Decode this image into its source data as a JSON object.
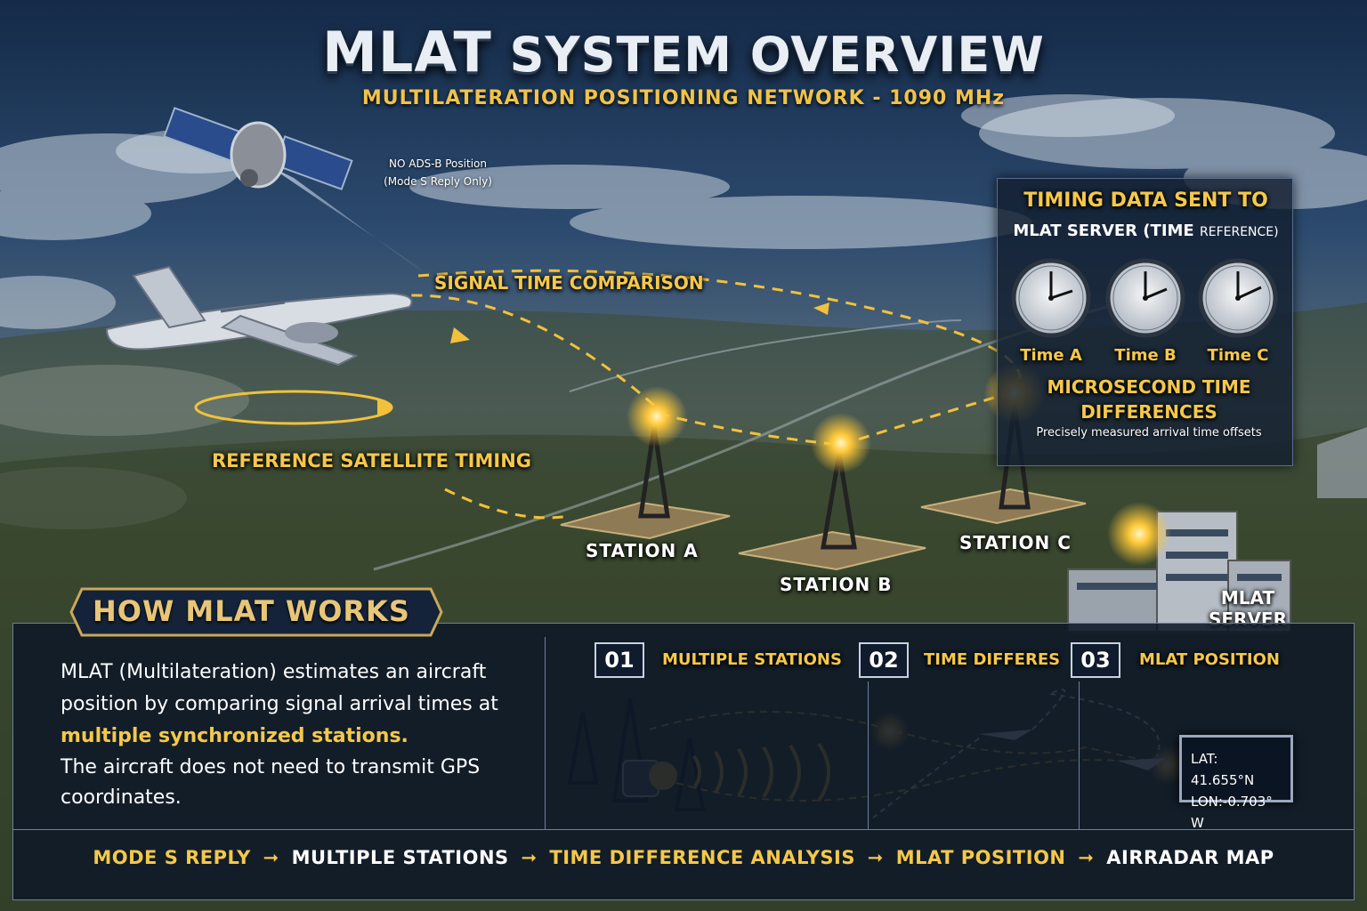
{
  "header": {
    "title_main": "MLAT",
    "title_rest": "SYSTEM OVERVIEW",
    "subtitle": "MULTILATERATION POSITIONING NETWORK - 1090 MHz"
  },
  "scene": {
    "satellite_note_line1": "NO ADS-B Position",
    "satellite_note_line2": "(Mode S Reply Only)",
    "signal_time_comparison": "SIGNAL TIME COMPARISON",
    "reference_satellite_timing": "REFERENCE SATELLITE TIMING",
    "station_a": "STATION A",
    "station_b": "STATION B",
    "station_c": "STATION C",
    "server_line1": "MLAT",
    "server_line2": "SERVER"
  },
  "timing_panel": {
    "title": "TIMING DATA SENT TO",
    "subtitle_main": "MLAT SERVER (TIME",
    "subtitle_small": "REFERENCE)",
    "clocks": [
      {
        "label": "Time A"
      },
      {
        "label": "Time B"
      },
      {
        "label": "Time C"
      }
    ],
    "micro_line1": "MICROSECOND TIME",
    "micro_line2": "DIFFERENCES",
    "micro_desc": "Precisely measured arrival time offsets"
  },
  "how": {
    "badge": "HOW MLAT WORKS",
    "desc_part1": "MLAT (Multilateration) estimates an aircraft position by comparing signal arrival times at",
    "desc_highlight": "multiple synchronized stations.",
    "desc_part2": "The aircraft does not need to transmit GPS coordinates."
  },
  "steps": [
    {
      "num": "01",
      "label": "MULTIPLE STATIONS"
    },
    {
      "num": "02",
      "label": "TIME DIFFERES"
    },
    {
      "num": "03",
      "label": "MLAT POSITION"
    }
  ],
  "coords": {
    "lat": "LAT: 41.655°N",
    "lon": "LON:-0.703° W"
  },
  "flow": [
    "MODE S REPLY",
    "MULTIPLE STATIONS",
    "TIME DIFFERENCE ANALYSIS",
    "MLAT POSITION",
    "AIRRADAR MAP"
  ],
  "colors": {
    "gold": "#f5c84a",
    "panel": "#121e30",
    "sky_top": "#1c3556",
    "land": "#3d4a2e"
  }
}
